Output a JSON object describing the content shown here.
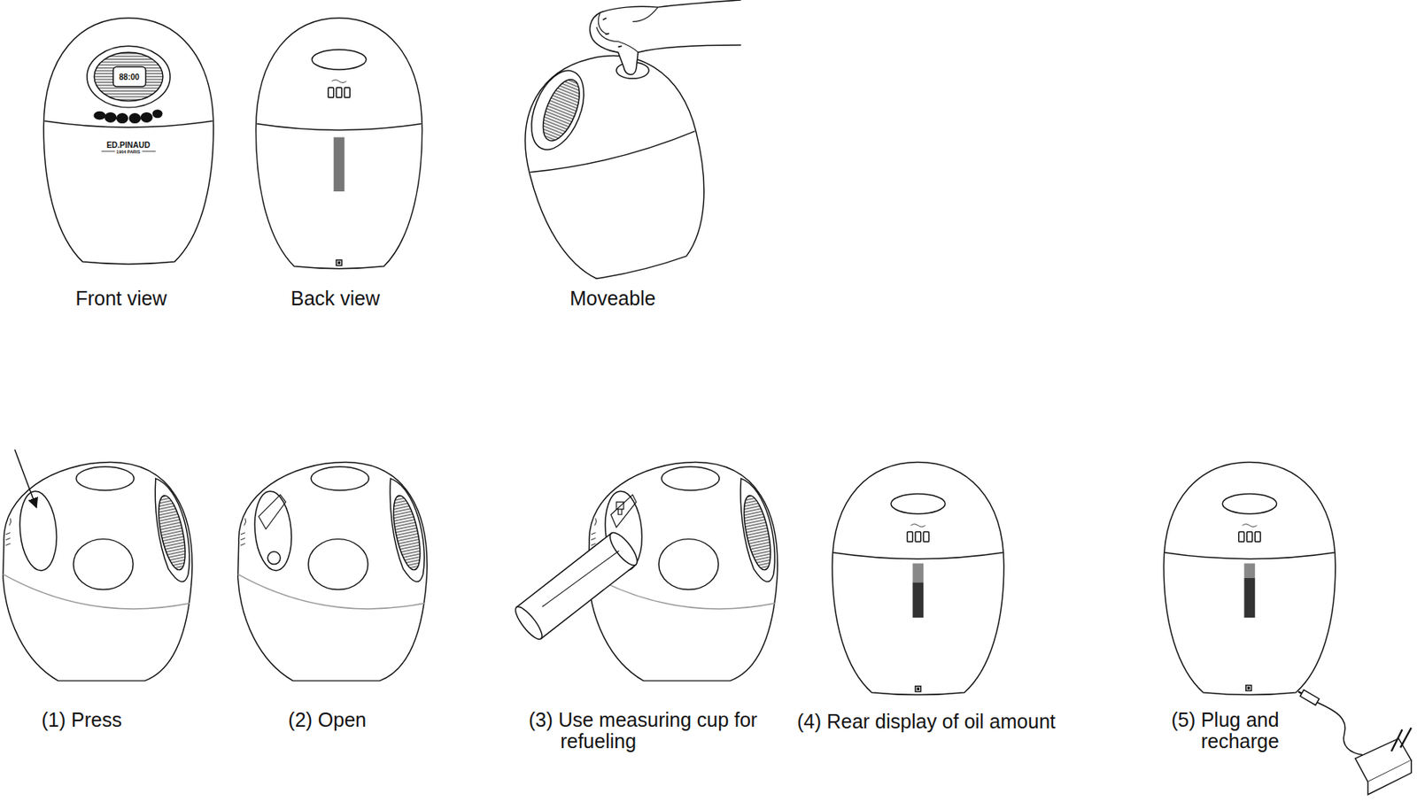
{
  "diagram": {
    "labels": [
      "88:00",
      "ED.PINAUD",
      "1904 PARIS",
      "Front view",
      "Back view",
      "Moveable",
      "(1) Press",
      "(2) Open",
      "(3) Use measuring cup for refueling",
      "(4) Rear display of oil amount",
      "(5) Plug and recharge"
    ]
  }
}
